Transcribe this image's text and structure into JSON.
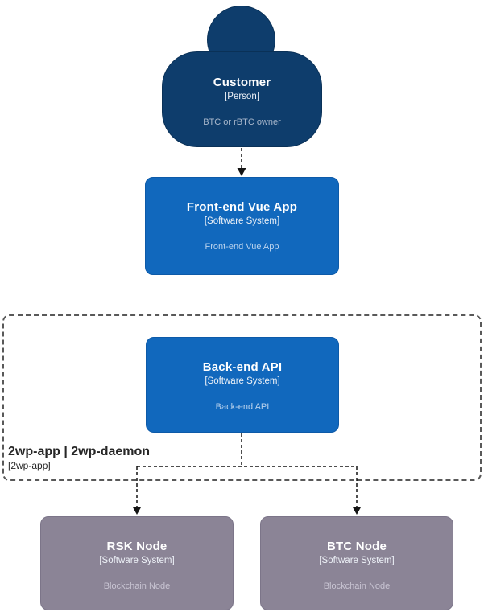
{
  "colors": {
    "person_fill": "#0e3d6c",
    "person_border": "#0a3157",
    "system_fill": "#1168bd",
    "system_border": "#0d5aa8",
    "external_fill": "#8b8496",
    "external_border": "#7c7589",
    "boundary_border": "#595959",
    "connector": "#141414"
  },
  "diagram": {
    "customer": {
      "title": "Customer",
      "subtitle": "[Person]",
      "description": "BTC or rBTC owner"
    },
    "frontend": {
      "title": "Front-end Vue App",
      "subtitle": "[Software System]",
      "description": "Front-end Vue App"
    },
    "boundary": {
      "title": "2wp-app | 2wp-daemon",
      "subtitle": "[2wp-app]"
    },
    "backend": {
      "title": "Back-end API",
      "subtitle": "[Software System]",
      "description": "Back-end API"
    },
    "rsk_node": {
      "title": "RSK Node",
      "subtitle": "[Software System]",
      "description": "Blockchain Node"
    },
    "btc_node": {
      "title": "BTC Node",
      "subtitle": "[Software System]",
      "description": "Blockchain Node"
    }
  }
}
